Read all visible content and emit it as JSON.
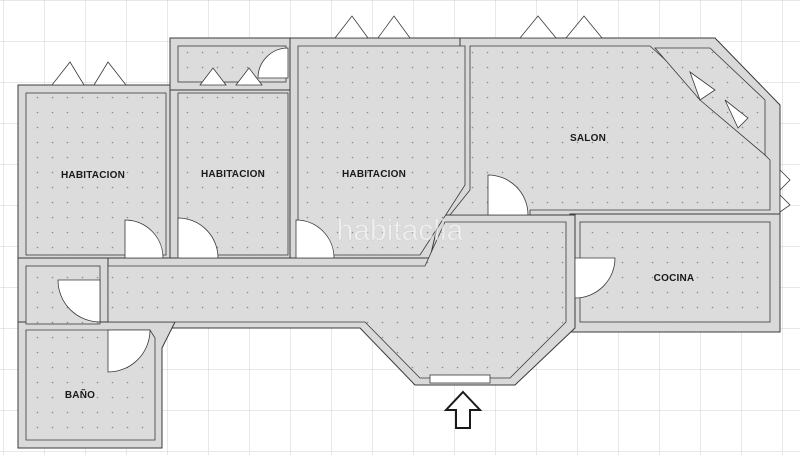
{
  "rooms": [
    {
      "id": "habitacion-1",
      "label": "HABITACION"
    },
    {
      "id": "habitacion-2",
      "label": "HABITACION"
    },
    {
      "id": "habitacion-3",
      "label": "HABITACION"
    },
    {
      "id": "salon",
      "label": "SALON"
    },
    {
      "id": "cocina",
      "label": "COCINA"
    },
    {
      "id": "bano",
      "label": "BAÑO"
    }
  ],
  "watermark": "habitaclia",
  "colors": {
    "background": "#ffffff",
    "grid": "#d2d2d2",
    "floor": "#dcdcdc",
    "floor_dots": "#8a8a8a",
    "wall": "#d9d9d9",
    "wall_stroke": "#3a3a3a",
    "door": "#ffffff"
  },
  "icons": {
    "entrance": "arrow-up-outline-icon"
  }
}
